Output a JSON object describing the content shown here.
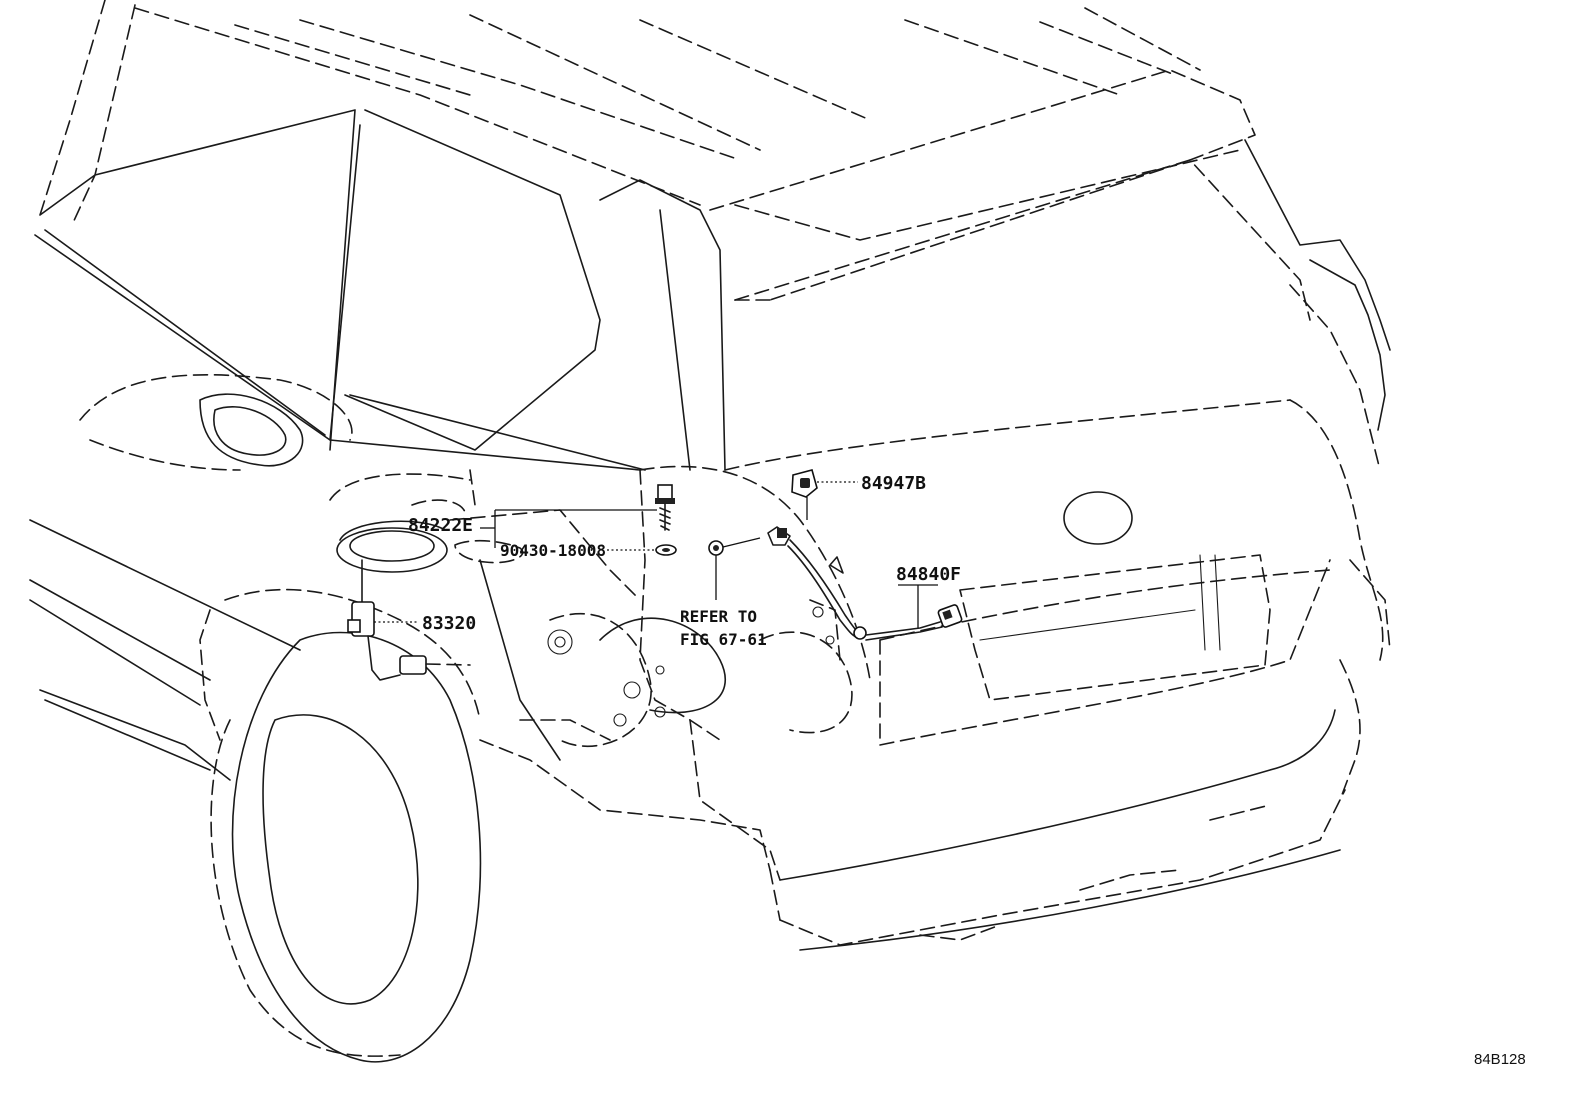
{
  "labels": {
    "p84222e": "84222E",
    "p90430": "90430-18008",
    "p83320": "83320",
    "p84947b": "84947B",
    "p84840f": "84840F",
    "refer_line1": "REFER TO",
    "refer_line2": "FIG 67-61",
    "diagram_code": "84B128"
  }
}
